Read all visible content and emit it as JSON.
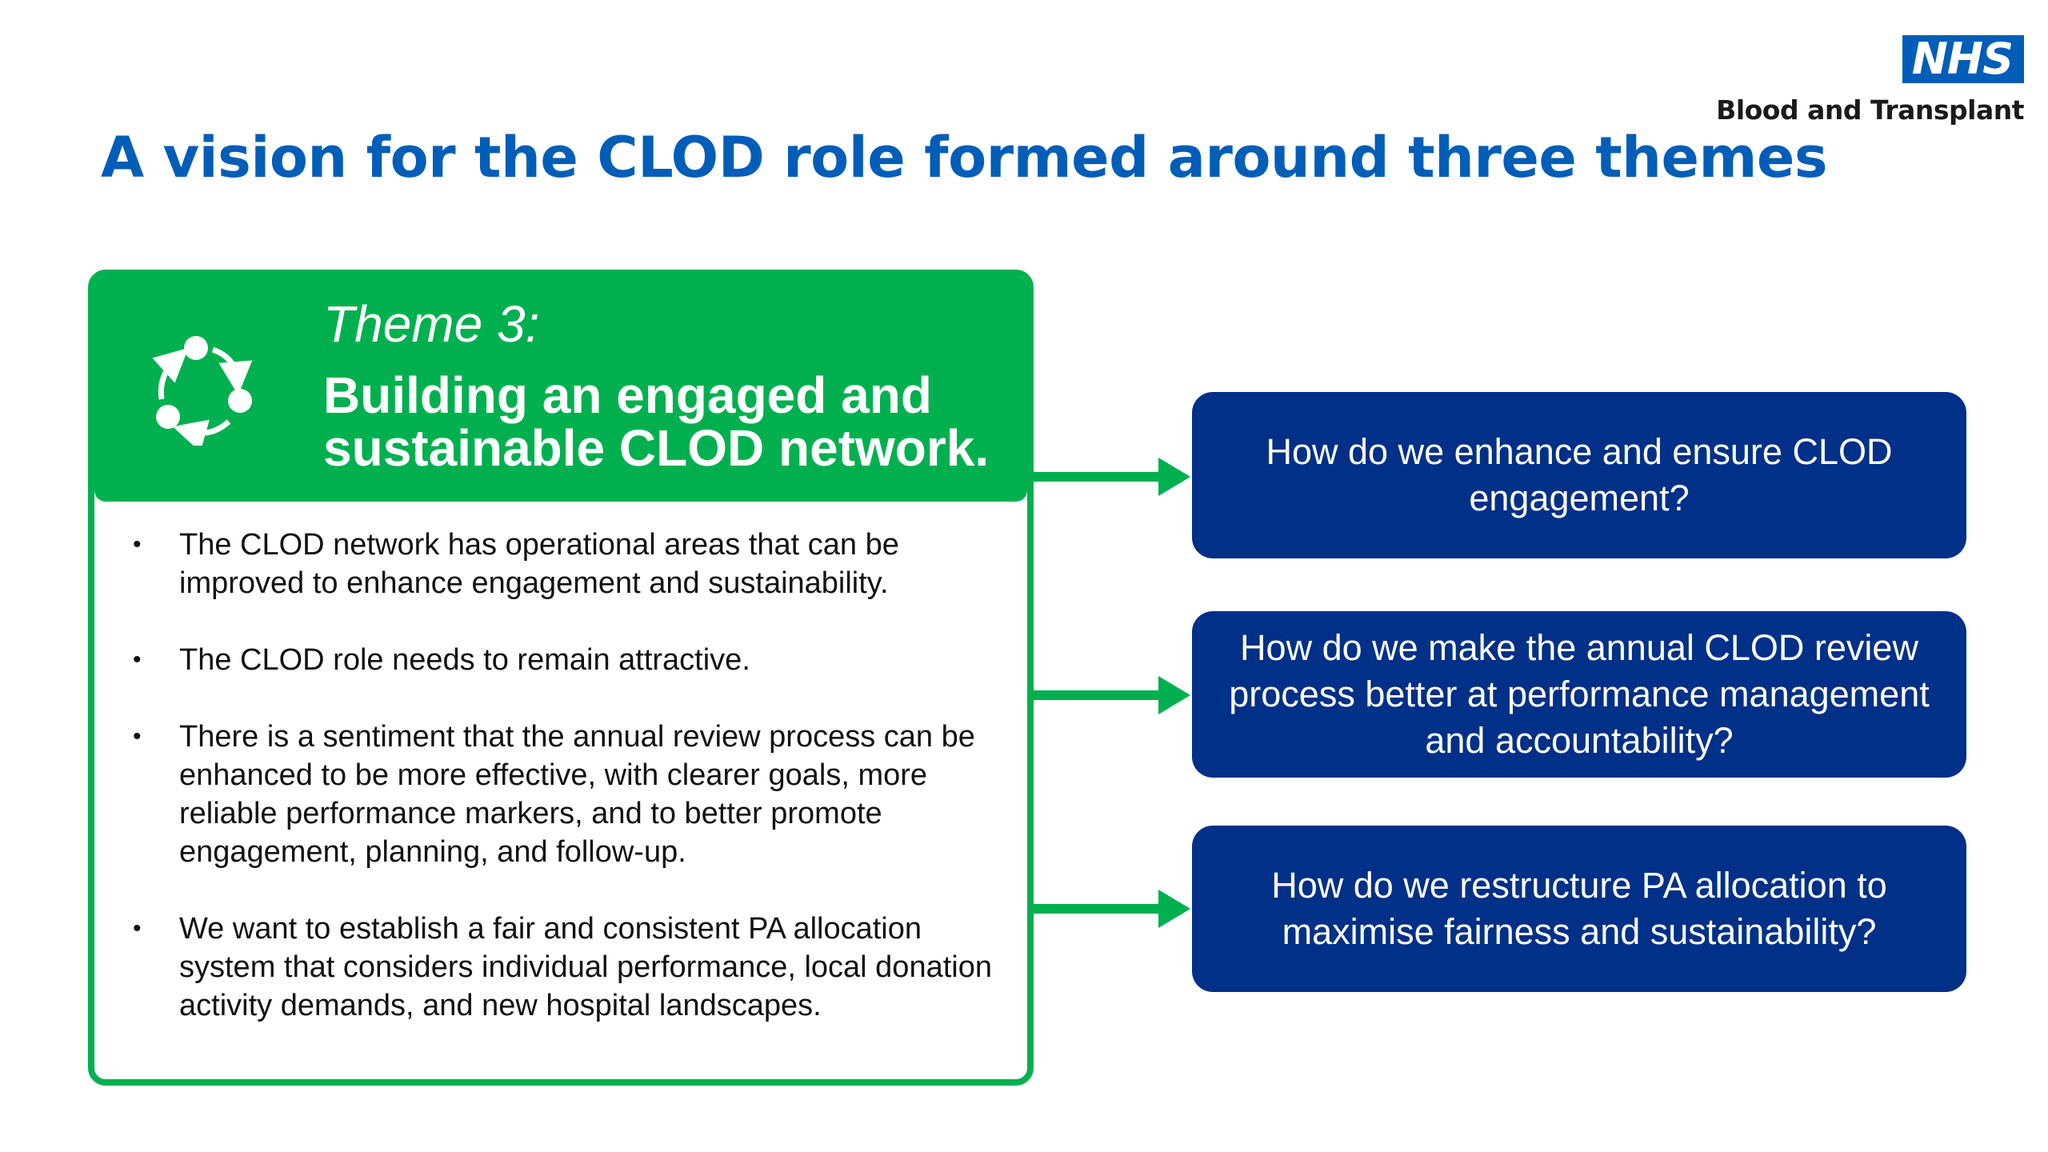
{
  "logo": {
    "mark": "NHS",
    "org": "Blood and Transplant"
  },
  "title": "A vision for the CLOD role formed around three themes",
  "theme": {
    "label": "Theme 3:",
    "name": "Building an engaged and sustainable CLOD network.",
    "icon": "cycle-arrows-icon",
    "bullets": [
      "The CLOD network has operational areas that can be improved to enhance engagement and sustainability.",
      "The CLOD role needs to remain attractive.",
      "There is a sentiment that the annual review process can be enhanced to be more effective, with clearer goals, more reliable performance markers, and to better promote engagement, planning, and follow-up.",
      "We want to establish a fair and consistent PA allocation system that considers individual performance, local donation activity demands, and new hospital landscapes."
    ]
  },
  "questions": [
    "How do we enhance and ensure CLOD engagement?",
    "How do we make the annual CLOD review process better at performance management and accountability?",
    "How do we restructure PA allocation to maximise fairness and sustainability?"
  ],
  "colors": {
    "nhs_blue": "#005eb8",
    "theme_green": "#00b04f",
    "question_navy": "#003087"
  }
}
